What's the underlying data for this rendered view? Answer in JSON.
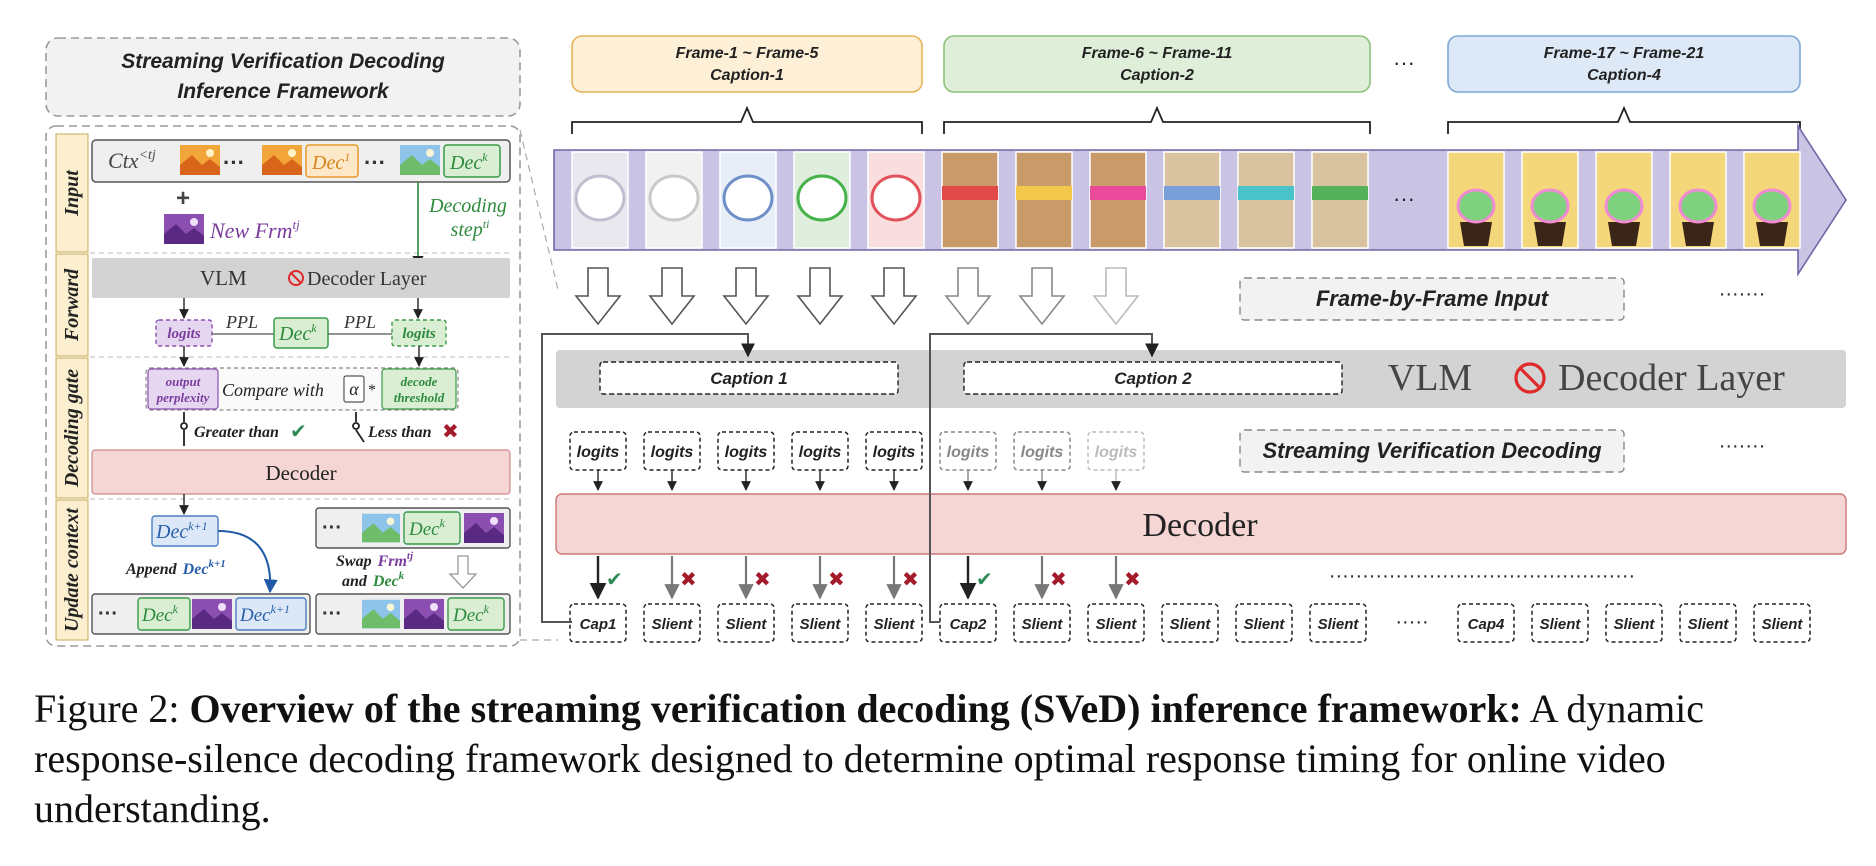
{
  "left_panel": {
    "title_line1": "Streaming Verification Decoding",
    "title_line2": "Inference Framework",
    "row_labels": [
      "Input",
      "Forward",
      "Decoding gate",
      "Update context"
    ],
    "ctx_label": "Ctx",
    "ctx_sup": "<tj",
    "dots": "···",
    "dec1_label": "Dec",
    "dec1_sup": "1",
    "deck_label": "Dec",
    "deck_sup": "k",
    "plus": "+",
    "new_frm_label": "New Frm",
    "new_frm_sup": "tj",
    "decoding_step_line1": "Decoding",
    "decoding_step_line2": "step",
    "decoding_step_sup": "ti",
    "vlm": "VLM",
    "decoder_layer": "Decoder Layer",
    "logits": "logits",
    "ppl": "PPL",
    "output_perplexity_line1": "output",
    "output_perplexity_line2": "perplexity",
    "compare_with": "Compare with",
    "alpha": "α",
    "star": "*",
    "decode_threshold_line1": "decode",
    "decode_threshold_line2": "threshold",
    "greater_than": "Greater than",
    "less_than": "Less than",
    "decoder": "Decoder",
    "deck1_sup": "k+1",
    "append": "Append",
    "swap_line1": "Swap",
    "swap_frm": "Frm",
    "swap_frm_sup": "tj",
    "swap_line2": "and",
    "swap_dec": "Dec",
    "swap_dec_sup": "k"
  },
  "right_panel": {
    "frame_groups": [
      {
        "line1": "Frame-1 ~ Frame-5",
        "line2": "Caption-1",
        "fill": "#fdf0d6",
        "stroke": "#e6b455"
      },
      {
        "line1": "Frame-6 ~ Frame-11",
        "line2": "Caption-2",
        "fill": "#dfeed8",
        "stroke": "#8cc278"
      },
      {
        "line1": "Frame-17 ~ Frame-21",
        "line2": "Caption-4",
        "fill": "#dde9f6",
        "stroke": "#7fa6d6"
      }
    ],
    "group_ellipsis": "···",
    "frame_ellipsis": "···",
    "frame_by_frame": "Frame-by-Frame Input",
    "vlm": "VLM",
    "decoder_layer": "Decoder Layer",
    "caption_1": "Caption 1",
    "caption_2": "Caption 2",
    "streaming_verification": "Streaming Verification Decoding",
    "decoder": "Decoder",
    "logits": "logits",
    "dots_long": "·······",
    "outputs": [
      "Cap1",
      "Slient",
      "Slient",
      "Slient",
      "Slient",
      "Cap2",
      "Slient",
      "Slient",
      "Slient",
      "Slient",
      "Slient",
      "Cap4",
      "Slient",
      "Slient",
      "Slient",
      "Slient"
    ],
    "outputs_gap_dots": "·····"
  },
  "colors": {
    "accent_purple": "#7a3d9e",
    "accent_green": "#2e8b3e",
    "accent_blue": "#2a5fa8",
    "decoder_fill": "#f6d5d5",
    "vlm_fill": "#d3d3d3",
    "check": "#2e8b57",
    "cross": "#a31b2b",
    "stop_red": "#e02a2a"
  },
  "caption": {
    "prefix": "Figure 2: ",
    "bold": "Overview of the streaming verification decoding (SVeD) inference framework:",
    "rest": " A dynamic response-silence decoding framework designed to determine optimal response timing for online video understanding."
  }
}
